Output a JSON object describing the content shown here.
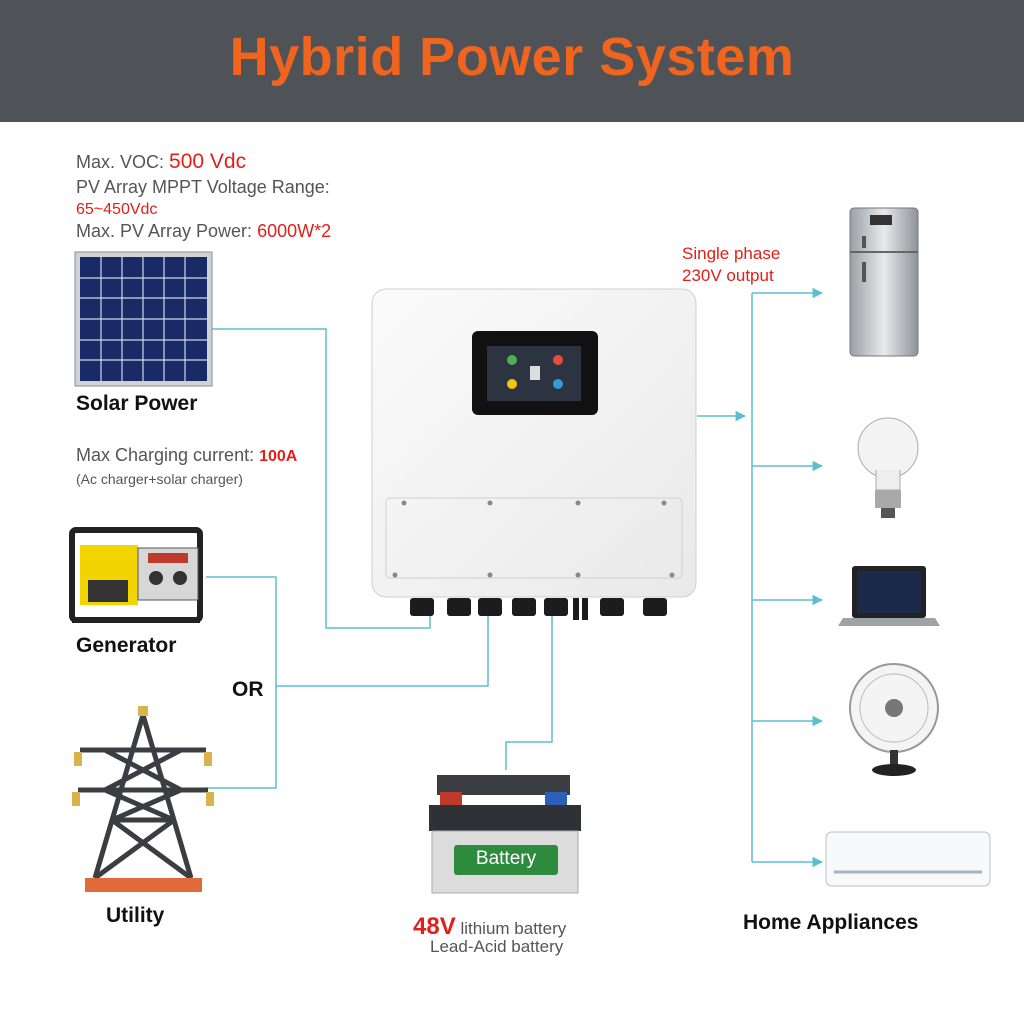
{
  "header": {
    "title": "Hybrid Power System"
  },
  "pv_specs": {
    "voc_label": "Max. VOC:",
    "voc_value": "500 Vdc",
    "mppt_label": "PV Array MPPT Voltage Range:",
    "mppt_value": "65~450Vdc",
    "power_label": "Max. PV Array Power:",
    "power_value": "6000W*2"
  },
  "solar": {
    "label": "Solar Power"
  },
  "charging": {
    "label": "Max Charging current:",
    "value": "100A",
    "note": "(Ac charger+solar charger)"
  },
  "generator": {
    "label": "Generator"
  },
  "or_label": "OR",
  "utility": {
    "label": "Utility"
  },
  "output": {
    "line1": "Single phase",
    "line2": "230V output"
  },
  "battery": {
    "badge": "Battery",
    "voltage": "48V",
    "type1": "lithium battery",
    "type2": "Lead-Acid battery"
  },
  "appliances": {
    "label": "Home Appliances",
    "icons": [
      "fridge-icon",
      "light-bulb-icon",
      "laptop-icon",
      "fan-icon",
      "air-conditioner-icon"
    ]
  },
  "colors": {
    "header_bg": "#4f5358",
    "title": "#f0641e",
    "line": "#5bbfcf",
    "highlight": "#e0201a"
  }
}
